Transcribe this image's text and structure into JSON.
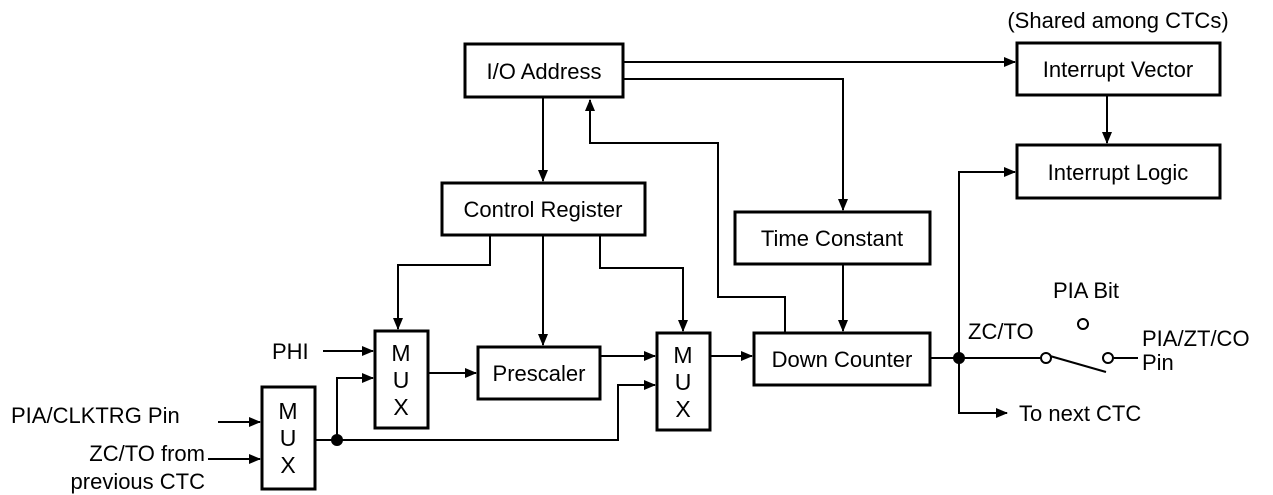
{
  "blocks": {
    "io_address": "I/O Address",
    "interrupt_vector": "Interrupt Vector",
    "interrupt_logic": "Interrupt Logic",
    "control_register": "Control Register",
    "time_constant": "Time Constant",
    "prescaler": "Prescaler",
    "down_counter": "Down Counter",
    "mux_letters": [
      "M",
      "U",
      "X"
    ]
  },
  "labels": {
    "shared_note": "(Shared among CTCs)",
    "phi": "PHI",
    "pia_clktrg_pin": "PIA/CLKTRG Pin",
    "zc_to_from": "ZC/TO from",
    "previous_ctc": "previous CTC",
    "zc_to": "ZC/TO",
    "pia_bit": "PIA Bit",
    "pia_zt_co": "PIA/ZT/CO",
    "pin": "Pin",
    "to_next_ctc": "To next CTC"
  }
}
